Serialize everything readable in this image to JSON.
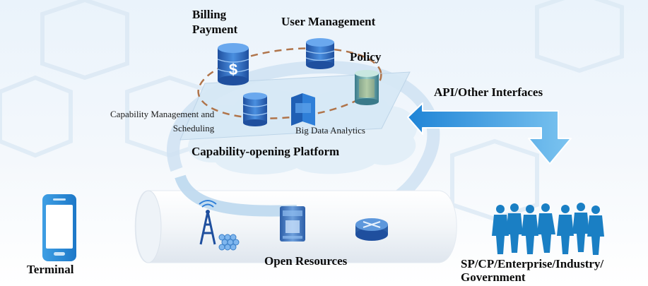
{
  "labels": {
    "billing_line1": "Billing",
    "billing_line2": "Payment",
    "user_management": "User Management",
    "policy": "Policy",
    "api": "API/Other Interfaces",
    "capability_mgmt_line1": "Capability Management and",
    "capability_mgmt_line2": "Scheduling",
    "big_data": "Big Data Analytics",
    "platform": "Capability-opening Platform",
    "terminal": "Terminal",
    "open_resources": "Open Resources",
    "sp_line1": "SP/CP/Enterprise/Industry/",
    "sp_line2": "Government"
  },
  "icons": {
    "billing_db": "database-dollar-icon",
    "user_db": "database-icon",
    "policy_db": "database-policy-icon",
    "capability_db": "database-icon",
    "analytics": "big-data-icon",
    "terminal": "smartphone-icon",
    "tower": "antenna-tower-icon",
    "server": "server-icon",
    "router": "router-icon",
    "people": "people-group-icon",
    "api_arrow": "bidirectional-arrow-icon"
  },
  "colors": {
    "accent_blue": "#2f8fd6",
    "cylinder_blue": "#2e6fc4",
    "people_blue": "#1a7fc4",
    "dashed_ring": "#b0744a"
  }
}
